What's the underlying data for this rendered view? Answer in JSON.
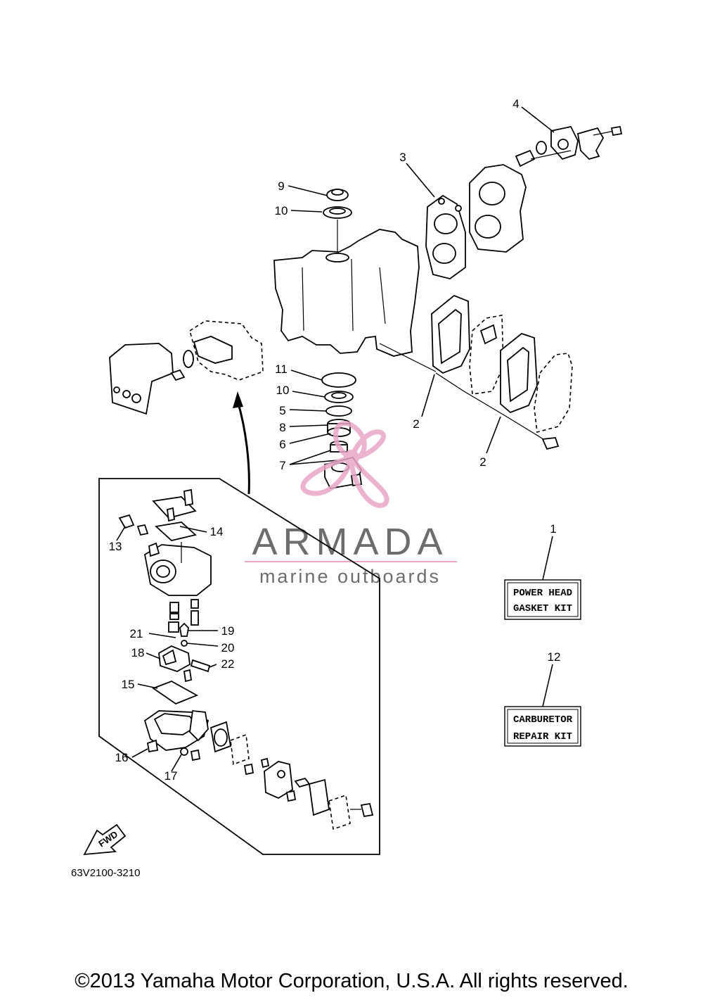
{
  "watermark": {
    "brand": "ARMADA",
    "tagline": "marine outboards",
    "logo_color": "#e8a6c6",
    "text_color": "#6d6d6d"
  },
  "kits": {
    "power_head": {
      "number": "1",
      "line1": "POWER HEAD",
      "line2": "GASKET KIT"
    },
    "carburetor": {
      "number": "12",
      "line1": "CARBURETOR",
      "line2": "REPAIR KIT"
    }
  },
  "callouts": {
    "c2a": "2",
    "c2b": "2",
    "c3": "3",
    "c4": "4",
    "c5": "5",
    "c6": "6",
    "c7": "7",
    "c8": "8",
    "c9": "9",
    "c10a": "10",
    "c10b": "10",
    "c11": "11",
    "c13": "13",
    "c14": "14",
    "c15": "15",
    "c16": "16",
    "c17": "17",
    "c18": "18",
    "c19": "19",
    "c20": "20",
    "c21": "21",
    "c22": "22"
  },
  "fwd_label": "FWD",
  "drawing_code": "63V2100-3210",
  "copyright": "©2013 Yamaha Motor Corporation, U.S.A. All rights reserved."
}
